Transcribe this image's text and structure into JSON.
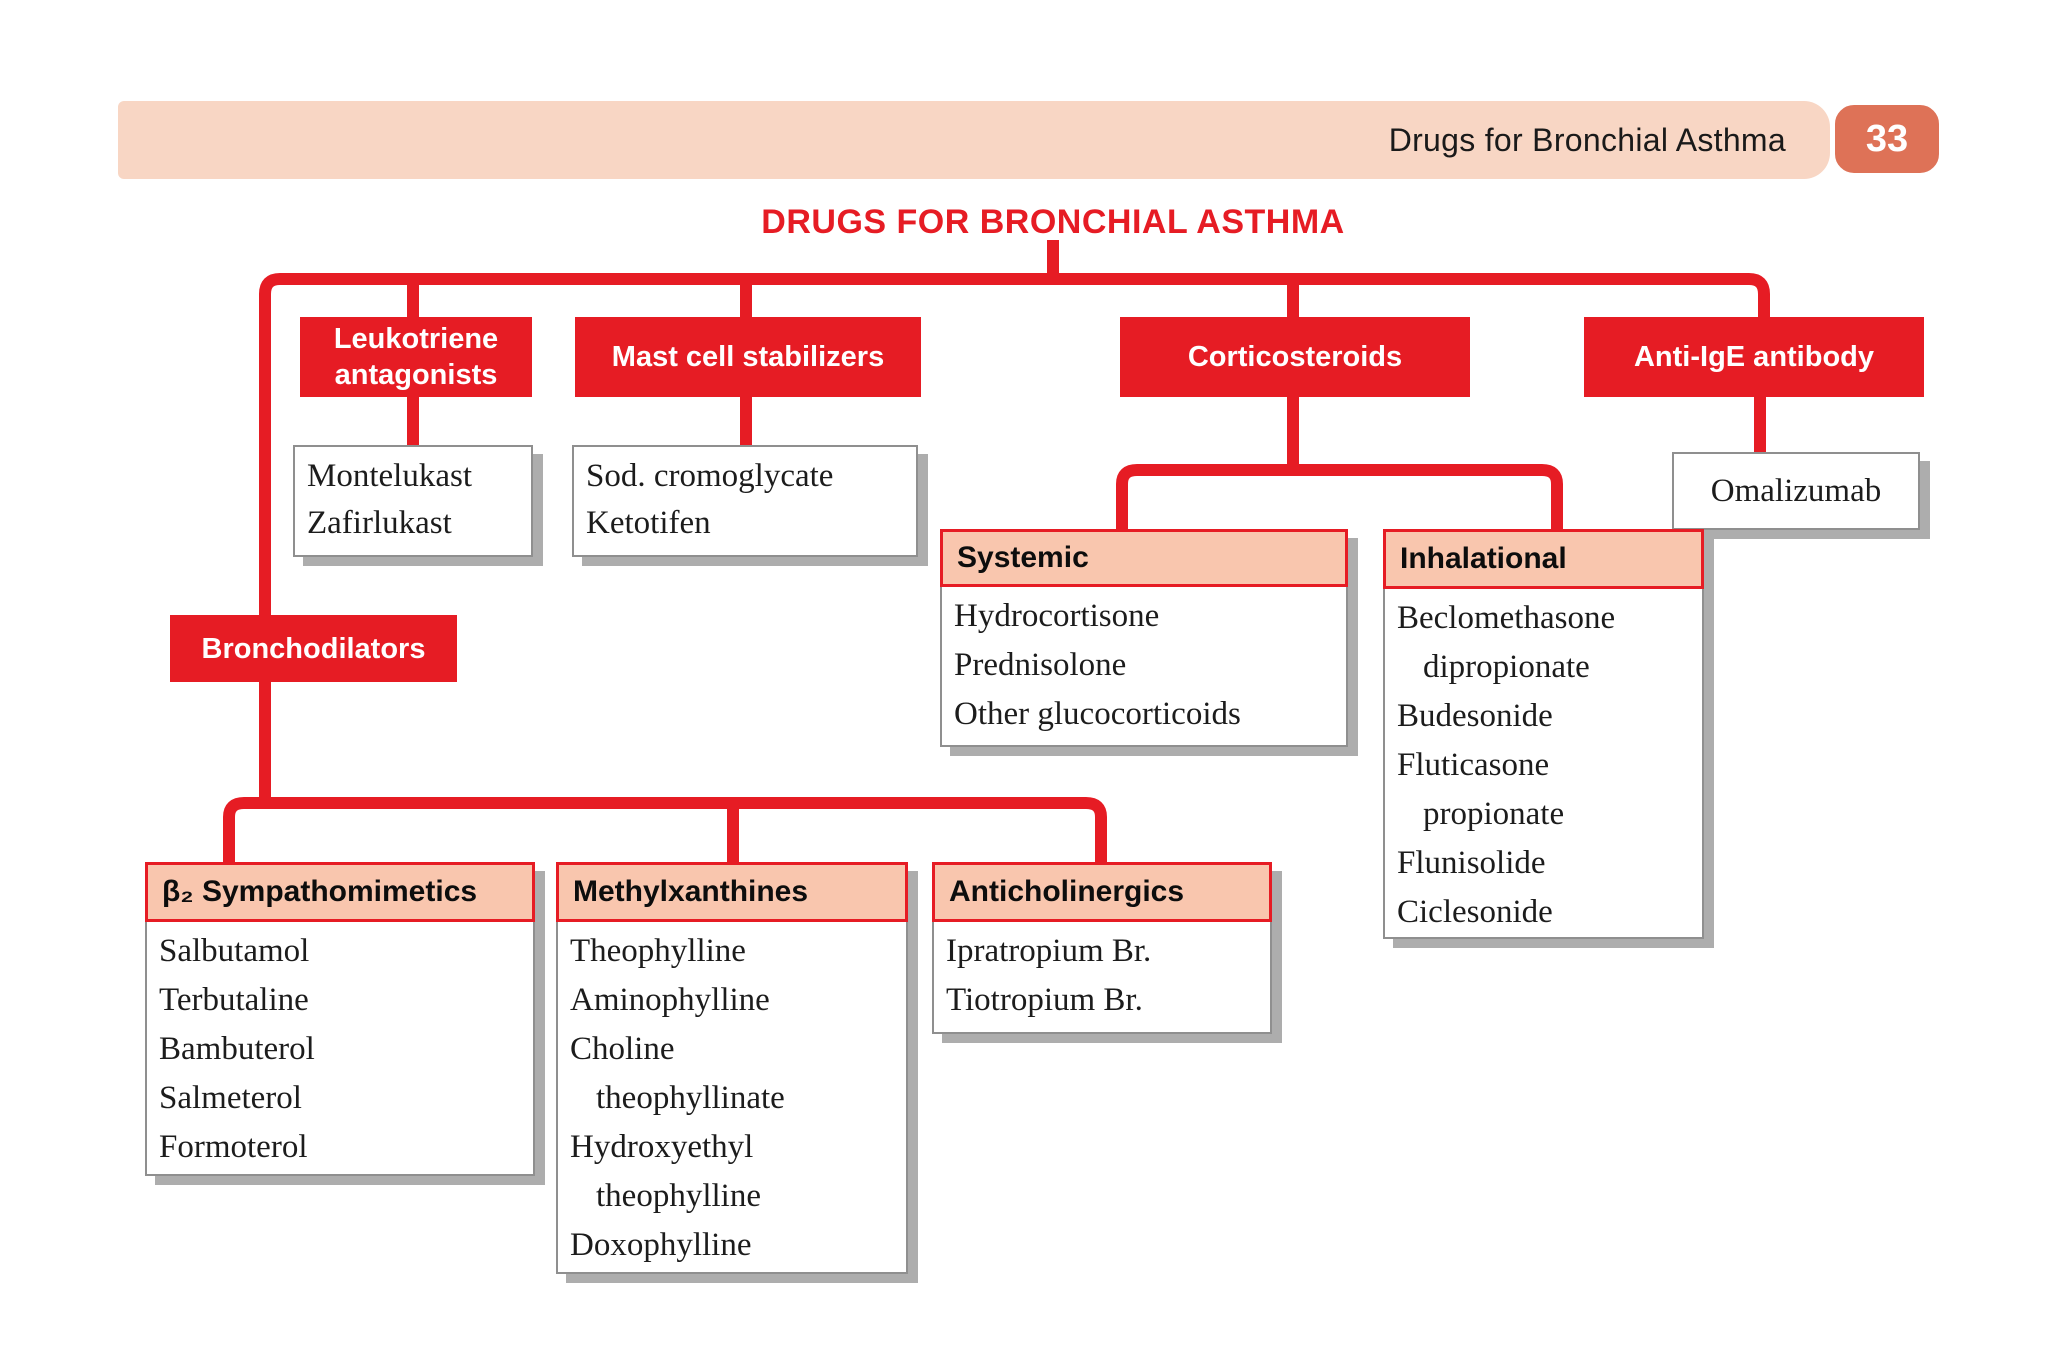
{
  "header_bar": {
    "chapter_title": "Drugs for Bronchial Asthma",
    "page_number": "33"
  },
  "diagram": {
    "title": "DRUGS FOR BRONCHIAL ASTHMA",
    "categories": {
      "leukotriene": {
        "label": "Leukotriene antagonists",
        "drugs": [
          {
            "text": "Montelukast"
          },
          {
            "text": "Zafirlukast"
          }
        ]
      },
      "mast_cell": {
        "label": "Mast cell stabilizers",
        "drugs": [
          {
            "text": "Sod. cromoglycate"
          },
          {
            "text": "Ketotifen"
          }
        ]
      },
      "corticosteroids": {
        "label": "Corticosteroids",
        "systemic": {
          "label": "Systemic",
          "drugs": [
            {
              "text": "Hydrocortisone"
            },
            {
              "text": "Prednisolone"
            },
            {
              "text": "Other glucocorticoids"
            }
          ]
        },
        "inhalational": {
          "label": "Inhalational",
          "drugs": [
            {
              "text": "Beclomethasone"
            },
            {
              "text": "dipropionate",
              "indent": true
            },
            {
              "text": "Budesonide"
            },
            {
              "text": "Fluticasone"
            },
            {
              "text": "propionate",
              "indent": true
            },
            {
              "text": "Flunisolide"
            },
            {
              "text": "Ciclesonide"
            }
          ]
        }
      },
      "anti_ige": {
        "label": "Anti-IgE antibody",
        "drugs": [
          {
            "text": "Omalizumab"
          }
        ]
      },
      "bronchodilators": {
        "label": "Bronchodilators",
        "beta2_sympathomimetics": {
          "label": "β₂ Sympathomimetics",
          "drugs": [
            {
              "text": "Salbutamol"
            },
            {
              "text": "Terbutaline"
            },
            {
              "text": "Bambuterol"
            },
            {
              "text": "Salmeterol"
            },
            {
              "text": "Formoterol"
            }
          ]
        },
        "methylxanthines": {
          "label": "Methylxanthines",
          "drugs": [
            {
              "text": "Theophylline"
            },
            {
              "text": "Aminophylline"
            },
            {
              "text": "Choline"
            },
            {
              "text": "theophyllinate",
              "indent": true
            },
            {
              "text": "Hydroxyethyl"
            },
            {
              "text": "theophylline",
              "indent": true
            },
            {
              "text": "Doxophylline"
            }
          ]
        },
        "anticholinergics": {
          "label": "Anticholinergics",
          "drugs": [
            {
              "text": "Ipratropium Br."
            },
            {
              "text": "Tiotropium Br."
            }
          ]
        }
      }
    },
    "colors": {
      "red": "#e61c24",
      "pink_header": "#f9c6ae",
      "peach_bar": "#f8d6c4",
      "page_badge": "#de7257",
      "shadow_gray": "#adadad"
    }
  }
}
